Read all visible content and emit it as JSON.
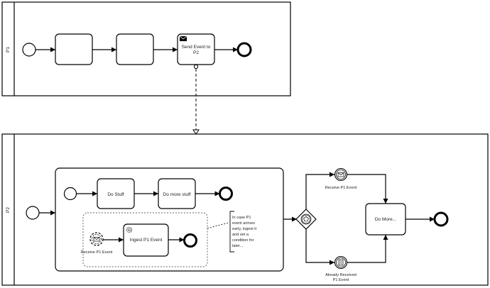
{
  "pools": {
    "p1": {
      "label": "P1"
    },
    "p2": {
      "label": "P2"
    }
  },
  "p1_tasks": {
    "task1": "",
    "task2": "",
    "send_event_line1": "Send Event to",
    "send_event_line2": "P2"
  },
  "p2_tasks": {
    "do_stuff": "Do Stuff",
    "do_more_stuff": "Do more stuff",
    "ingest_p1_event": "Ingest P1 Event",
    "do_more": "Do More..."
  },
  "events": {
    "receive_p1_event_boundary": "Receive P1 Event",
    "receive_p1_event_catch": "Receive P1 Event",
    "already_received_line1": "Already Received",
    "already_received_line2": "P1 Event"
  },
  "annotation": {
    "lines": [
      "In case P1",
      "event arrives",
      "early, ingest it",
      "and set a",
      "condition for",
      "later..."
    ]
  },
  "icons": {
    "envelope_filled": "envelope-icon",
    "gear": "gear-icon",
    "pentagon_gateway": "event-based-gateway-icon",
    "conditional": "conditional-icon"
  },
  "colors": {
    "stroke": "#000000",
    "dashed": "#555555",
    "background": "#ffffff"
  }
}
